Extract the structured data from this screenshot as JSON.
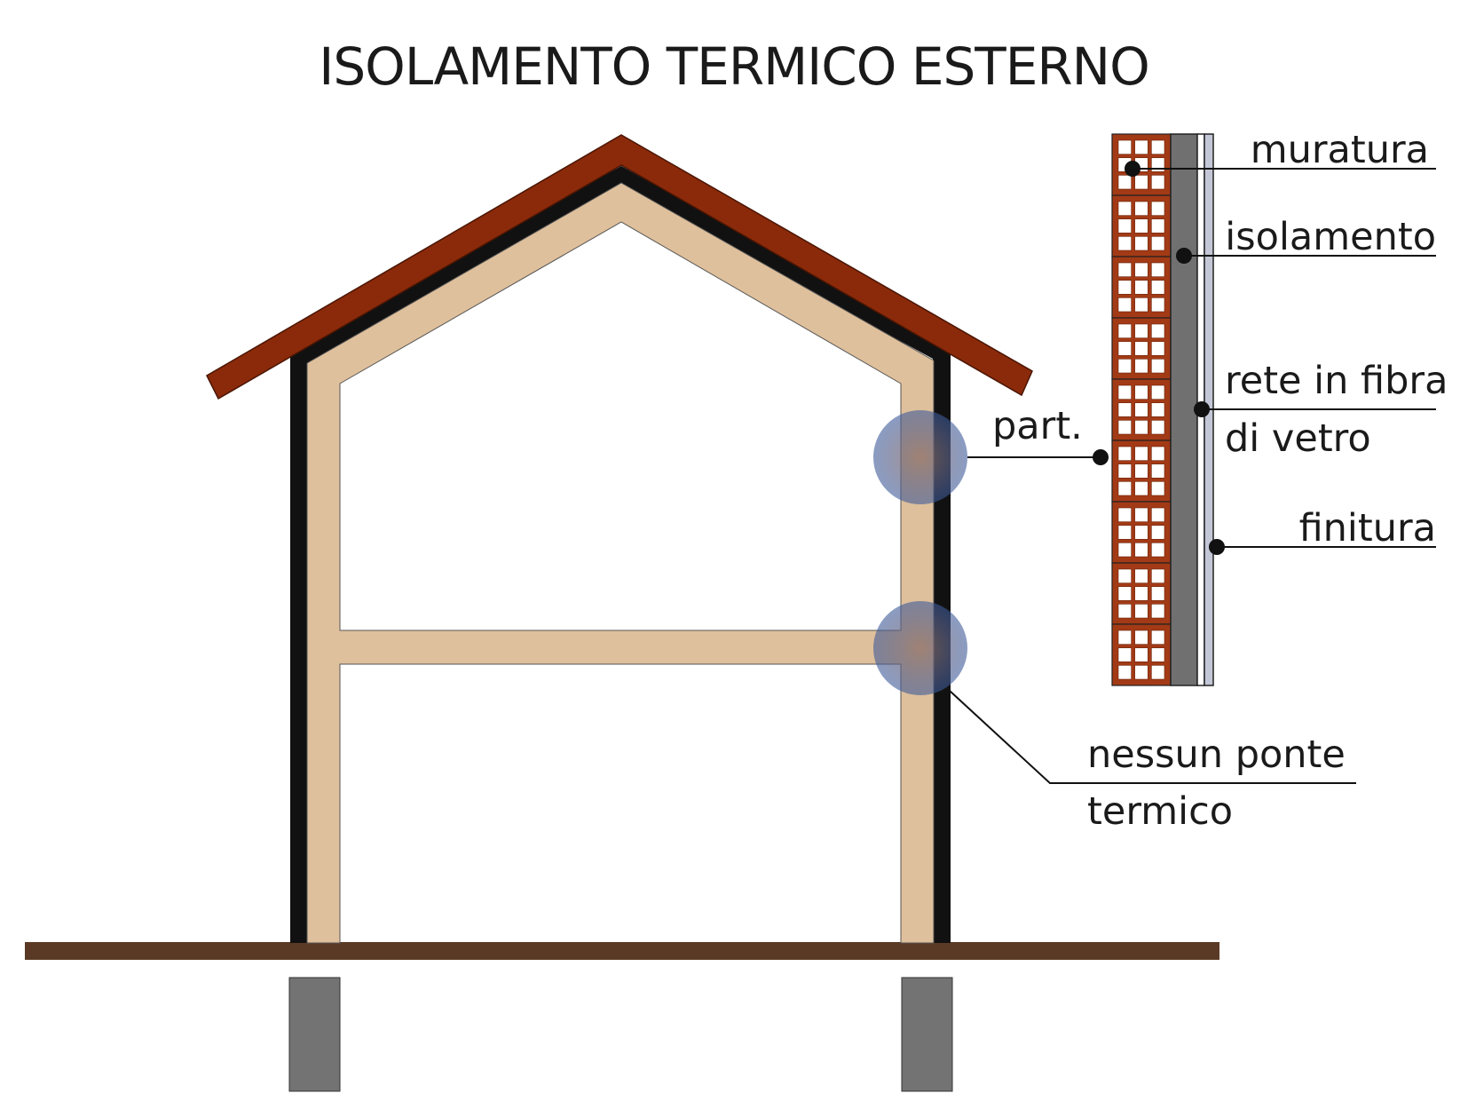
{
  "title": "ISOLAMENTO TERMICO ESTERNO",
  "labels": {
    "muratura": "muratura",
    "isolamento": "isolamento",
    "rete_line1": "rete in fibra",
    "rete_line2": "di vetro",
    "finitura": "finitura",
    "part": "part.",
    "nessun_line1": "nessun ponte",
    "nessun_line2": "termico"
  },
  "colors": {
    "roof": "#8b2a0a",
    "insulation": "#111111",
    "structure": "#dfc09c",
    "ground": "#5a3a25",
    "foundation": "#737373",
    "brick": "#a33a16",
    "detail_insulation": "#707070",
    "mesh": "#9a9a9a",
    "finish": "#c3c7d6",
    "highlight": "#7f93c0"
  }
}
